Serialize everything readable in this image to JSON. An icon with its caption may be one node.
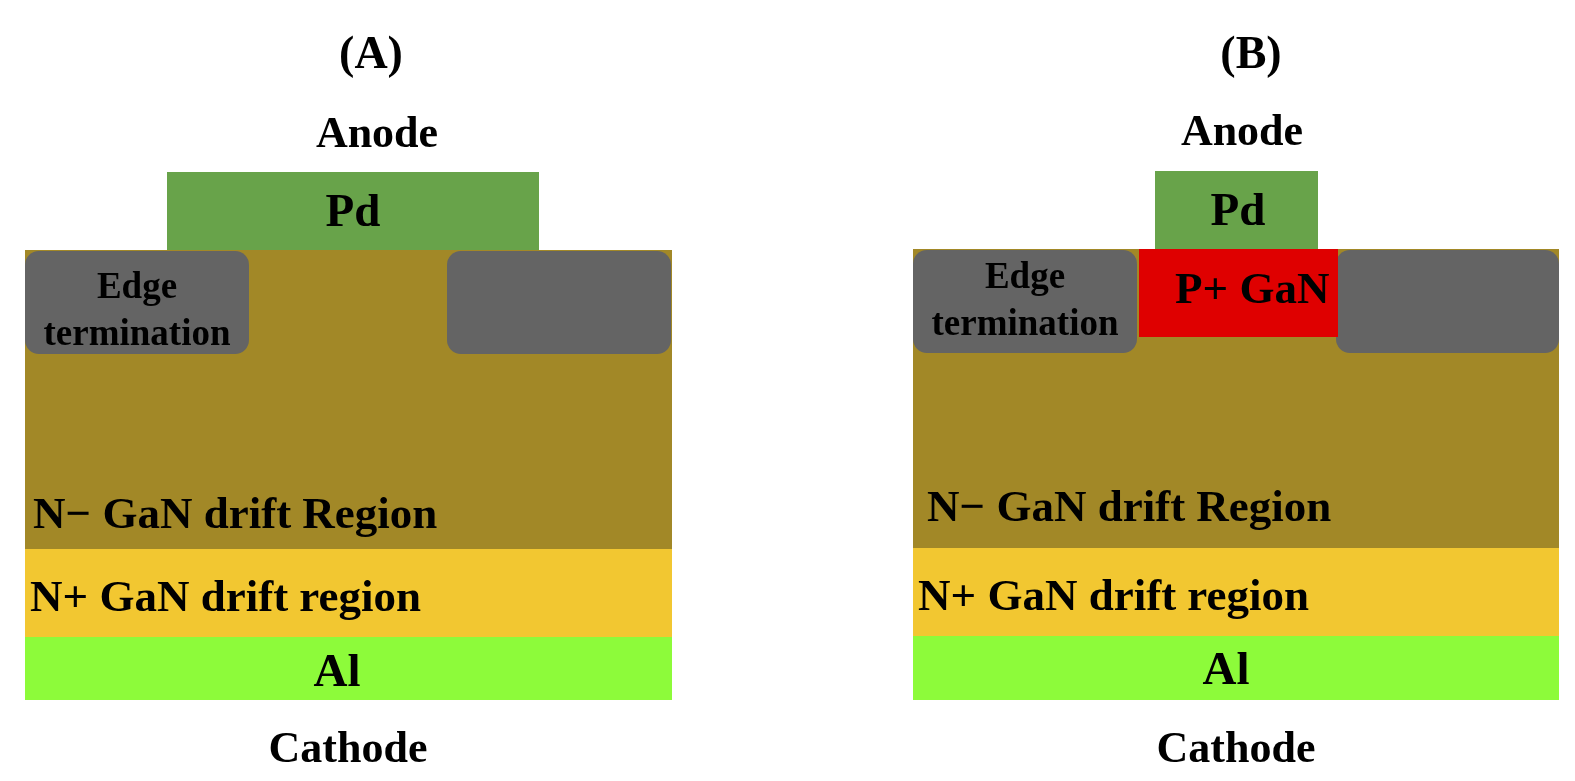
{
  "diagram": {
    "nodes": [
      {
        "text": [
          "Pd"
        ],
        "beside": [
          "Anode"
        ]
      },
      {
        "text": [
          "N− GaN drift Region"
        ]
      },
      {
        "text": [
          "Edge termination"
        ],
        "in": 1
      },
      {
        "text": [],
        "shape": "box",
        "in": 1
      },
      {
        "text": [
          "N+ GaN drift region"
        ]
      },
      {
        "text": [
          "Al"
        ],
        "beside": [
          "Cathode"
        ]
      },
      {
        "text": [
          "Pd"
        ],
        "beside": [
          "Anode"
        ]
      },
      {
        "text": [
          "N− GaN drift Region"
        ]
      },
      {
        "text": [
          "Edge termination"
        ],
        "in": 7
      },
      {
        "text": [
          "P+ GaN"
        ],
        "in": 7
      },
      {
        "text": [],
        "shape": "box",
        "in": 7
      },
      {
        "text": [
          "N+ GaN drift region"
        ]
      },
      {
        "text": [
          "Al"
        ],
        "beside": [
          "Cathode"
        ]
      }
    ],
    "labels": [
      "(A)",
      "(B)"
    ]
  }
}
